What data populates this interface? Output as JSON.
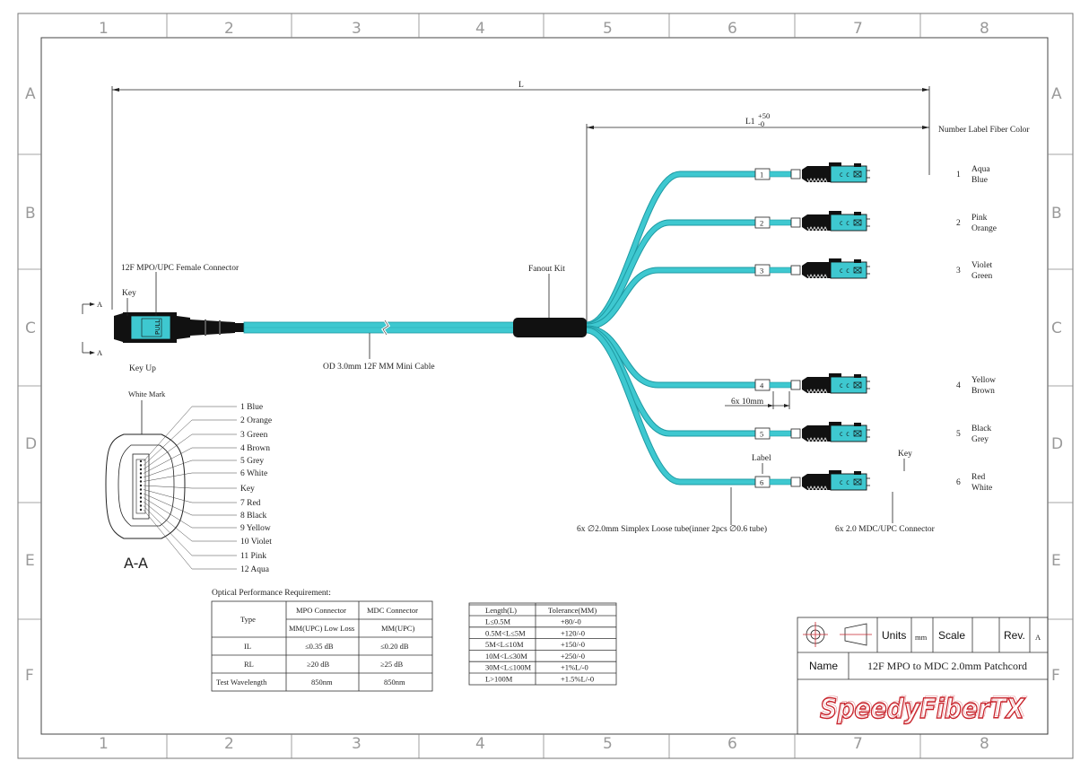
{
  "grid": {
    "columns": [
      "1",
      "2",
      "3",
      "4",
      "5",
      "6",
      "7",
      "8"
    ],
    "rows": [
      "A",
      "B",
      "C",
      "D",
      "E",
      "F"
    ]
  },
  "dimensions": {
    "overall": "L",
    "breakout": "L1",
    "breakout_tol_plus": "+50",
    "breakout_tol_minus": "-0",
    "boot_length": "6x 10mm"
  },
  "labels": {
    "header": "Number Label Fiber Color",
    "mpo_connector": "12F MPO/UPC Female Connector",
    "key": "Key",
    "key_up": "Key Up",
    "section_a": "A",
    "cable": "OD 3.0mm 12F MM Mini Cable",
    "fanout": "Fanout Kit",
    "label_callout": "Label",
    "key_callout": "Key",
    "loose_tube": "6x ∅2.0mm Simplex Loose tube(inner 2pcs ∅0.6 tube)",
    "mdc_connector": "6x 2.0 MDC/UPC Connector",
    "white_mark": "White Mark",
    "section_view": "A-A",
    "pull": "PULL"
  },
  "legs": [
    {
      "number": "1",
      "color1": "Aqua",
      "color2": "Blue"
    },
    {
      "number": "2",
      "color1": "Pink",
      "color2": "Orange"
    },
    {
      "number": "3",
      "color1": "Violet",
      "color2": "Green"
    },
    {
      "number": "4",
      "color1": "Yellow",
      "color2": "Brown"
    },
    {
      "number": "5",
      "color1": "Black",
      "color2": "Grey"
    },
    {
      "number": "6",
      "color1": "Red",
      "color2": "White"
    }
  ],
  "fiber_list": [
    "1 Blue",
    "2 Orange",
    "3 Green",
    "4 Brown",
    "5 Grey",
    "6 White",
    "Key",
    "7 Red",
    "8 Black",
    "9 Yellow",
    "10 Violet",
    "11 Pink",
    "12 Aqua"
  ],
  "optical": {
    "title": "Optical Performance Requirement:",
    "col_type": "Type",
    "col_mpo": "MPO Connector",
    "col_mdc": "MDC Connector",
    "sub_mpo": "MM(UPC) Low Loss",
    "sub_mdc": "MM(UPC)",
    "rows": [
      {
        "name": "IL",
        "mpo": "≤0.35 dB",
        "mdc": "≤0.20 dB"
      },
      {
        "name": "RL",
        "mpo": "≥20 dB",
        "mdc": "≥25 dB"
      },
      {
        "name": "Test Wavelength",
        "mpo": "850nm",
        "mdc": "850nm"
      }
    ]
  },
  "tolerance": {
    "col_length": "Length(L)",
    "col_tol": "Tolerance(MM)",
    "rows": [
      {
        "length": "L≤0.5M",
        "tol": "+80/-0"
      },
      {
        "length": "0.5M<L≤5M",
        "tol": "+120/-0"
      },
      {
        "length": "5M<L≤10M",
        "tol": "+150/-0"
      },
      {
        "length": "10M<L≤30M",
        "tol": "+250/-0"
      },
      {
        "length": "30M<L≤100M",
        "tol": "+1%L/-0"
      },
      {
        "length": "L>100M",
        "tol": "+1.5%L/-0"
      }
    ]
  },
  "title_block": {
    "units_label": "Units",
    "units_value": "mm",
    "scale_label": "Scale",
    "scale_value": "",
    "rev_label": "Rev.",
    "rev_value": "A",
    "name_label": "Name",
    "name_value": "12F MPO to MDC 2.0mm Patchcord",
    "logo_text": "SpeedyFiberTX",
    "logo_part1": "Speedy",
    "logo_part2": "FiberTX"
  },
  "colors": {
    "cable": "#3ec8d0",
    "cable_dark": "#1e9aa3",
    "connector": "#111111",
    "logo_red": "#c8242c",
    "border": "#555555"
  }
}
